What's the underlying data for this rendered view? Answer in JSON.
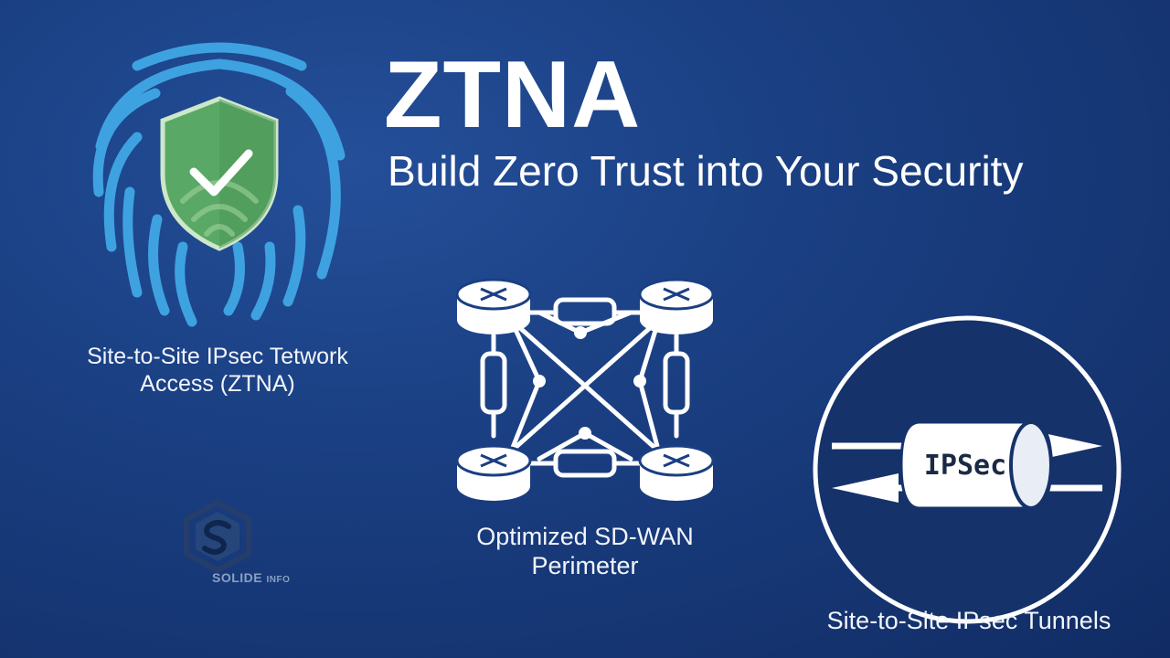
{
  "header": {
    "title": "ZTNA",
    "subtitle": "Build Zero Trust into Your Security"
  },
  "panels": [
    {
      "caption_line1": "Site-to-Site IPsec Tetwork",
      "caption_line2": "Access (ZTNA)",
      "icon": "fingerprint-shield-icon"
    },
    {
      "caption_line1": "Optimized SD-WAN",
      "caption_line2": "Perimeter",
      "icon": "sd-wan-mesh-icon"
    },
    {
      "caption": "Site-to-Site IPsec Tunnels",
      "icon": "ipsec-tunnel-icon",
      "tunnel_label": "IPSec"
    }
  ],
  "watermark": {
    "brand": "SOLIDE",
    "suffix": "INFO"
  },
  "colors": {
    "background": "#1a3f82",
    "fingerprint": "#3ea2e0",
    "shield": "#5aa865",
    "tunnel_circle": "#15326a"
  }
}
